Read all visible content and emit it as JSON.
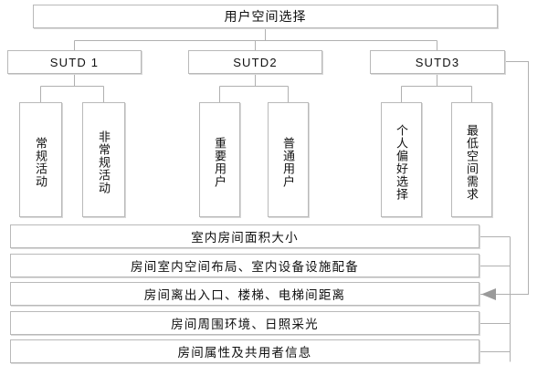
{
  "diagram": {
    "title": "用户空间选择",
    "type": "hierarchy-tree",
    "root": {
      "label": "用户空间选择"
    },
    "groups": [
      {
        "id": "sutd1",
        "label": "SUTD 1",
        "leaves": [
          {
            "label": "常规活动"
          },
          {
            "label": "非常规活动"
          }
        ]
      },
      {
        "id": "sutd2",
        "label": "SUTD2",
        "leaves": [
          {
            "label": "重要用户"
          },
          {
            "label": "普通用户"
          }
        ]
      },
      {
        "id": "sutd3",
        "label": "SUTD3",
        "leaves": [
          {
            "label": "个人偏好选择"
          },
          {
            "label": "最低空间需求"
          }
        ]
      }
    ],
    "criteria": [
      {
        "label": "室内房间面积大小"
      },
      {
        "label": "房间室内空间布局、室内设备设施配备"
      },
      {
        "label": "房间离出入口、楼梯、电梯间距离"
      },
      {
        "label": "房间周围环境、日照采光"
      },
      {
        "label": "房间属性及共用者信息"
      }
    ],
    "colors": {
      "box_border": "#b9b9b9",
      "box_fill": "#ffffff",
      "wire": "#b0b0b0",
      "arrow": "#9a9a9a",
      "text": "#111111",
      "page_background": "#ffffff"
    },
    "feedback_edge": {
      "from": "sutd3",
      "to": "criteria.2",
      "arrow": "left"
    }
  }
}
